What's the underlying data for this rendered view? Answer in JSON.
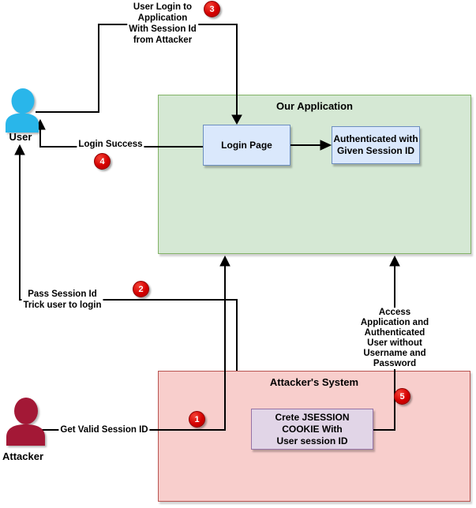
{
  "diagram": {
    "actors": {
      "user": {
        "label": "User"
      },
      "attacker": {
        "label": "Attacker"
      }
    },
    "containers": {
      "application": {
        "title": "Our Application"
      },
      "attacker_system": {
        "title": "Attacker's System"
      }
    },
    "nodes": {
      "login_page": {
        "label": "Login Page"
      },
      "authenticated": {
        "label": "Authenticated with\nGiven Session ID"
      },
      "session_cookie": {
        "label": "Crete JSESSION\nCOOKIE With\nUser session ID"
      }
    },
    "steps": {
      "s1": {
        "num": "1",
        "label": "Get Valid Session ID"
      },
      "s2": {
        "num": "2",
        "label": "Pass Session Id\nTrick user to login"
      },
      "s3": {
        "num": "3",
        "label": "User Login to\nApplication\nWith Session Id\nfrom Attacker"
      },
      "s4": {
        "num": "4",
        "label": "Login Success"
      },
      "s5": {
        "num": "5",
        "label": "Access Application and Authenticated\nUser without Username and Password"
      }
    },
    "colors": {
      "application_fill": "#d5e8d4",
      "application_border": "#82b366",
      "attacker_system_fill": "#f8cecc",
      "attacker_system_border": "#b85450",
      "process_fill": "#dae8fc",
      "process_border": "#6c8ebf",
      "cookie_fill": "#e1d5e7",
      "cookie_border": "#9673a6",
      "step_badge": "#cc0000",
      "user_icon": "#29b6ea",
      "attacker_icon": "#a31836",
      "connector": "#000000"
    }
  }
}
